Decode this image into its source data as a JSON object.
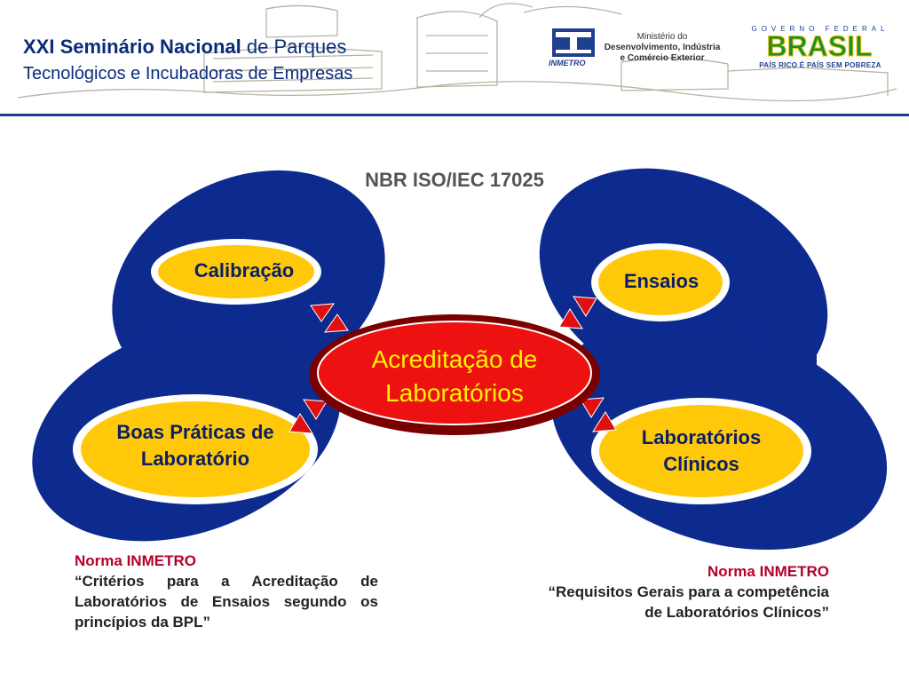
{
  "header": {
    "title_bold": "XXI Seminário Nacional",
    "title_rest": "de Parques",
    "title_line2": "Tecnológicos e Incubadoras de Empresas",
    "inmetro_label": "INMETRO",
    "ministry": {
      "line1": "Ministério do",
      "line2": "Desenvolvimento, Indústria",
      "line3": "e Comércio Exterior"
    },
    "government": "GOVERNO FEDERAL",
    "brasil": "BRASIL",
    "slogan": "PAÍS RICO É PAÍS SEM POBREZA"
  },
  "diagram": {
    "title": "NBR ISO/IEC 17025",
    "center": "Acreditação de Laboratórios",
    "nodes": {
      "top_left": "Calibração",
      "bottom_left": "Boas Práticas de Laboratório",
      "top_right": "Ensaios",
      "bottom_right": "Laboratórios Clínicos"
    }
  },
  "notes": {
    "left": {
      "title": "Norma INMETRO",
      "body": "“Critérios para a Acreditação de Laboratórios de Ensaios segundo os princípios da BPL”"
    },
    "right": {
      "title": "Norma INMETRO",
      "body": "“Requisitos Gerais para a competência de Laboratórios Clínicos”"
    }
  },
  "colors": {
    "blue": "#0d2a8f",
    "yellow": "#ffc90a",
    "red": "#ee1111",
    "dark_red": "#7a0000",
    "note_title": "#b3002d"
  }
}
